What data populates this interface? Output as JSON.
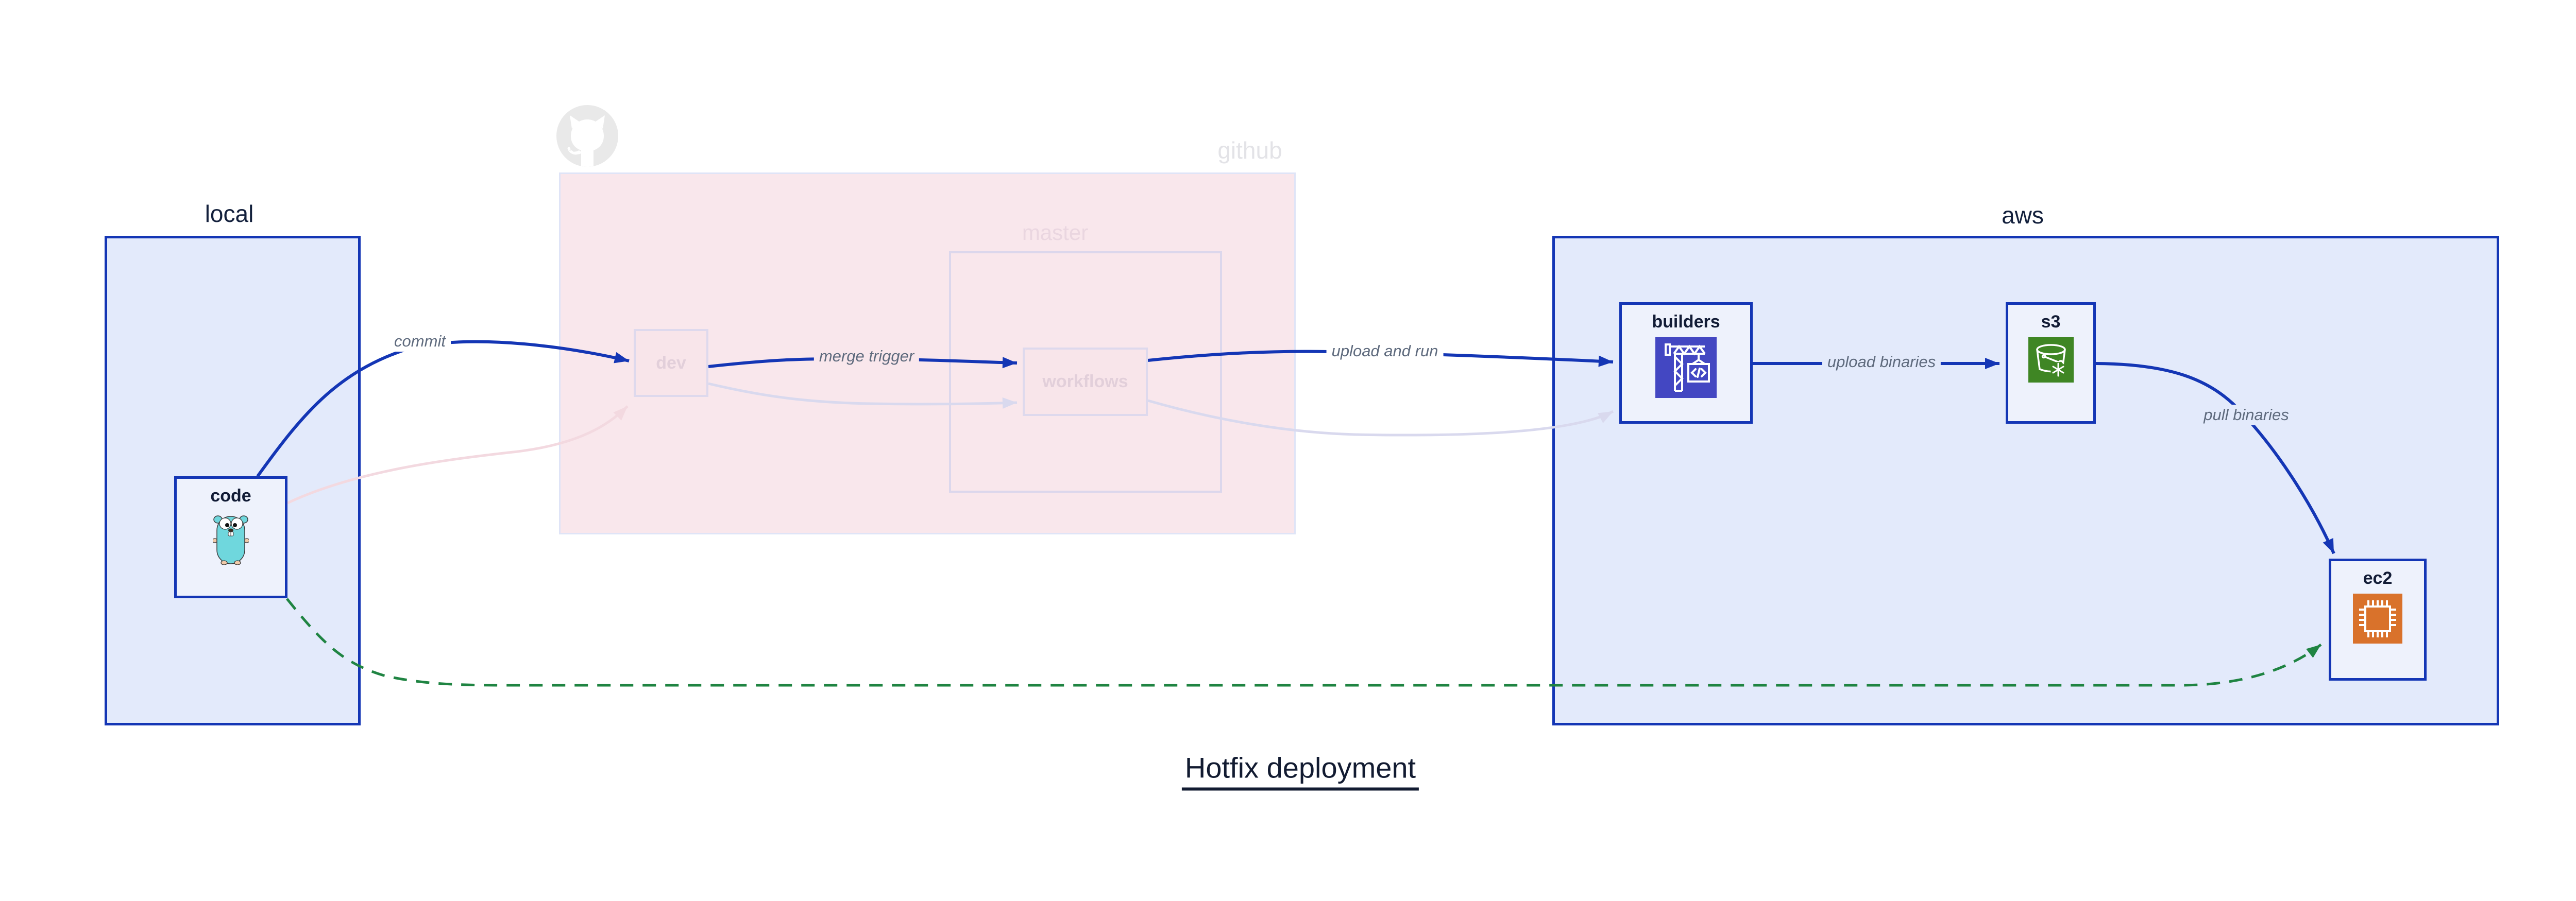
{
  "title": {
    "text": "Hotfix deployment"
  },
  "groups": {
    "local": {
      "label": "local"
    },
    "github": {
      "label": "github",
      "faded": true
    },
    "master": {
      "label": "master",
      "faded": true
    },
    "aws": {
      "label": "aws"
    }
  },
  "nodes": {
    "code": {
      "label": "code",
      "icon": "go-gopher-icon"
    },
    "dev": {
      "label": "dev",
      "faded": true
    },
    "workflows": {
      "label": "workflows",
      "faded": true
    },
    "builders": {
      "label": "builders",
      "icon": "codebuild-crane-icon"
    },
    "s3": {
      "label": "s3",
      "icon": "s3-bucket-snowflake-icon"
    },
    "ec2": {
      "label": "ec2",
      "icon": "ec2-chip-icon"
    }
  },
  "edges": {
    "commit": {
      "from": "code",
      "to": "dev",
      "label": "commit",
      "style": "solid-blue"
    },
    "merge_trigger": {
      "from": "dev",
      "to": "workflows",
      "label": "merge trigger",
      "style": "solid-blue"
    },
    "upload_and_run": {
      "from": "workflows",
      "to": "builders",
      "label": "upload and run",
      "style": "solid-blue"
    },
    "upload_binaries": {
      "from": "builders",
      "to": "s3",
      "label": "upload binaries",
      "style": "solid-blue"
    },
    "pull_binaries": {
      "from": "s3",
      "to": "ec2",
      "label": "pull binaries",
      "style": "solid-blue"
    },
    "hotfix_path": {
      "from": "code",
      "to": "ec2",
      "label": "",
      "style": "dashed-green"
    },
    "faded_commit": {
      "from": "code",
      "to": "dev",
      "label": "",
      "style": "faded-pink"
    },
    "faded_merge": {
      "from": "dev",
      "to": "workflows",
      "label": "",
      "style": "faded-lavender"
    },
    "faded_upload": {
      "from": "workflows",
      "to": "builders",
      "label": "",
      "style": "faded-lavender"
    }
  },
  "colors": {
    "accent_blue": "#1436b5",
    "group_fill_blue": "#e3eafb",
    "group_fill_pink": "#f9e7ec",
    "edge_faded_pink": "#f3d9e0",
    "edge_faded_lavender": "#d9d9ee",
    "hotfix_green": "#1f8442",
    "codebuild_icon_bg": "#4347c2",
    "s3_icon_bg": "#3f8624",
    "ec2_icon_bg": "#d9722b"
  }
}
